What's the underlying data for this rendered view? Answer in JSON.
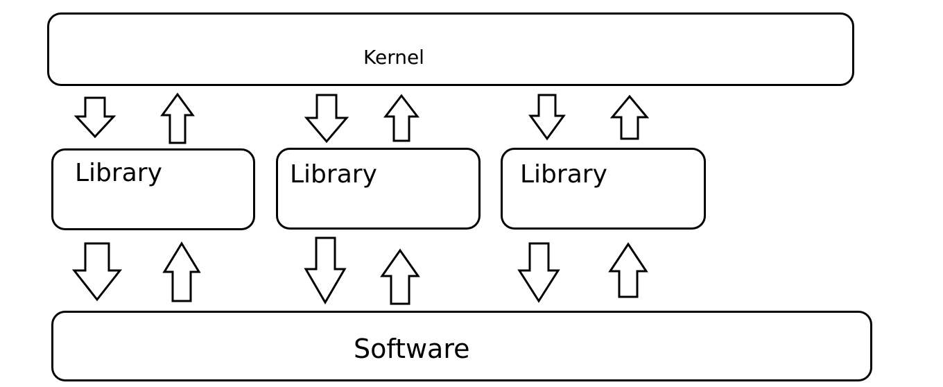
{
  "diagram": {
    "kernel": {
      "label": "Kernel"
    },
    "libraries": [
      {
        "label": "Library"
      },
      {
        "label": "Library"
      },
      {
        "label": "Library"
      }
    ],
    "software": {
      "label": "Software"
    },
    "connections": [
      {
        "from": "Kernel",
        "to": "Library 1",
        "direction": "down"
      },
      {
        "from": "Library 1",
        "to": "Kernel",
        "direction": "up"
      },
      {
        "from": "Kernel",
        "to": "Library 2",
        "direction": "down"
      },
      {
        "from": "Library 2",
        "to": "Kernel",
        "direction": "up"
      },
      {
        "from": "Kernel",
        "to": "Library 3",
        "direction": "down"
      },
      {
        "from": "Library 3",
        "to": "Kernel",
        "direction": "up"
      },
      {
        "from": "Library 1",
        "to": "Software",
        "direction": "down"
      },
      {
        "from": "Software",
        "to": "Library 1",
        "direction": "up"
      },
      {
        "from": "Library 2",
        "to": "Software",
        "direction": "down"
      },
      {
        "from": "Software",
        "to": "Library 2",
        "direction": "up"
      },
      {
        "from": "Library 3",
        "to": "Software",
        "direction": "down"
      },
      {
        "from": "Software",
        "to": "Library 3",
        "direction": "up"
      }
    ],
    "colors": {
      "stroke": "#000000",
      "fill": "#ffffff"
    }
  }
}
